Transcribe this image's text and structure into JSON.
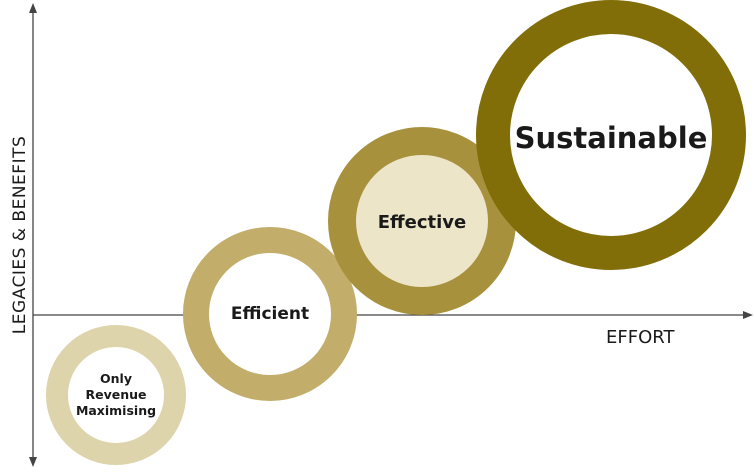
{
  "axes": {
    "y_label": "LEGACIES & BENEFITS",
    "x_label": "EFFORT"
  },
  "stages": [
    {
      "id": "only-revenue-maximising",
      "lines": [
        "Only",
        "Revenue",
        "Maximising"
      ],
      "ring_color": "#ddd4ab",
      "fill_color": "#ffffff"
    },
    {
      "id": "efficient",
      "lines": [
        "Efficient"
      ],
      "ring_color": "#c2ad6b",
      "fill_color": "#ffffff"
    },
    {
      "id": "effective",
      "lines": [
        "Effective"
      ],
      "ring_color": "#a8913d",
      "fill_color": "#ece5c8"
    },
    {
      "id": "sustainable",
      "lines": [
        "Sustainable"
      ],
      "ring_color": "#826e08",
      "fill_color": "#ffffff"
    }
  ],
  "colors": {
    "axis": "#444444",
    "text": "#1a1a1a"
  }
}
